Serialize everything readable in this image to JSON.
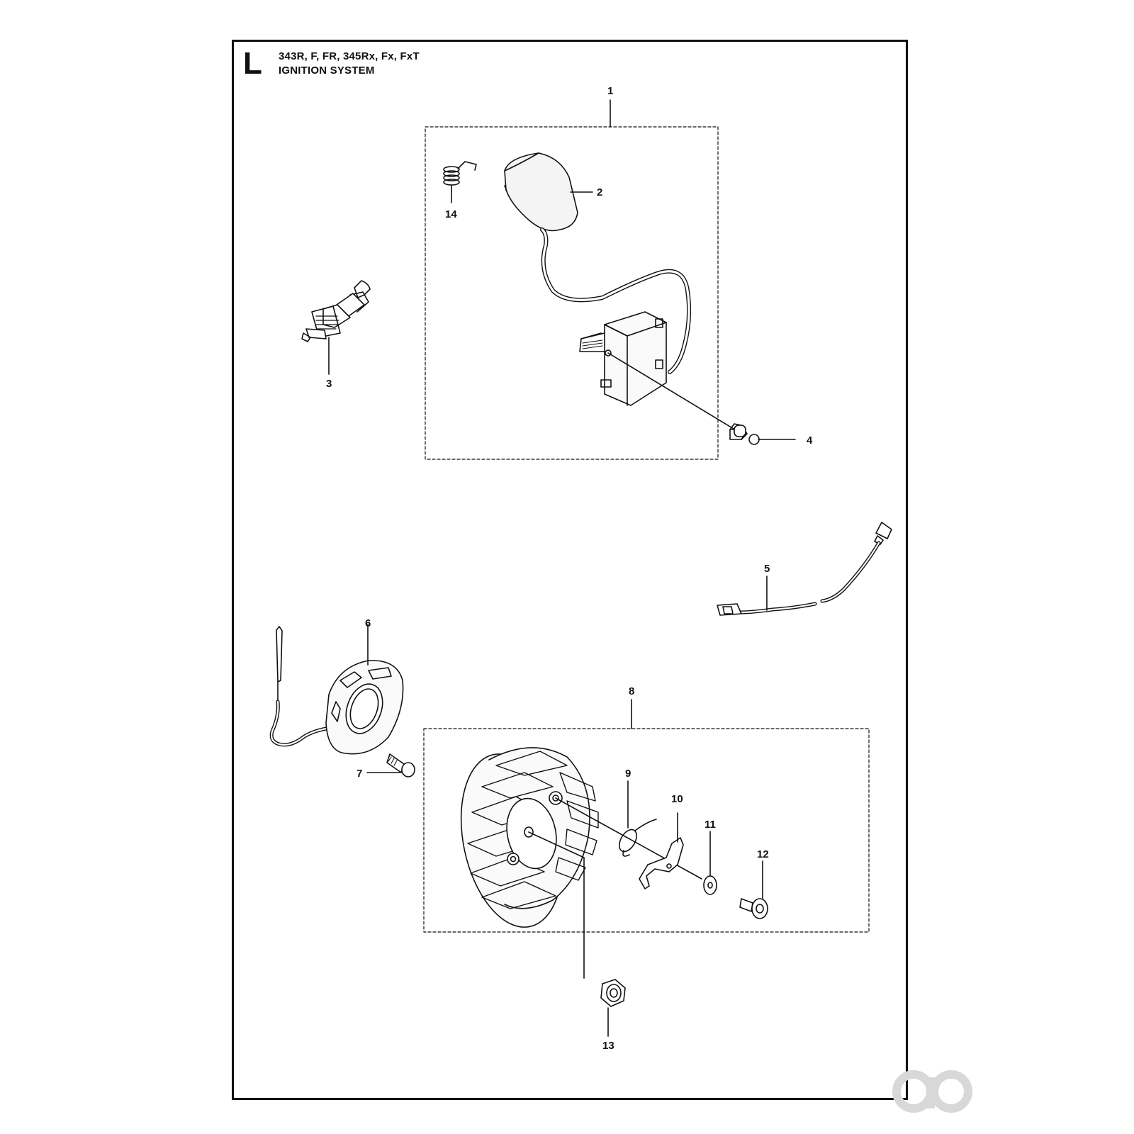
{
  "header": {
    "section_letter": "L",
    "models": "343R, F, FR, 345Rx, Fx, FxT",
    "title": "IGNITION SYSTEM"
  },
  "callouts": [
    "1",
    "2",
    "3",
    "4",
    "5",
    "6",
    "7",
    "8",
    "9",
    "10",
    "11",
    "12",
    "13",
    "14"
  ],
  "watermark": "ao"
}
